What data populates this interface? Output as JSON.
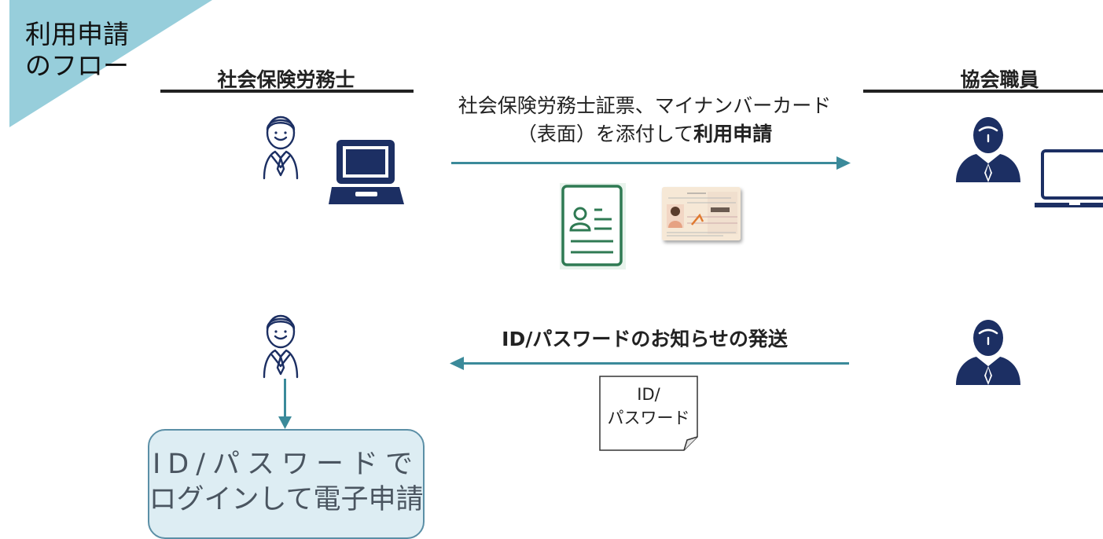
{
  "corner_label": "利用申請\nのフロー",
  "left_actor": {
    "label": "社会保険労務士"
  },
  "right_actor": {
    "label": "協会職員"
  },
  "step1": {
    "text_line1": "社会保険労務士証票、マイナンバーカード",
    "text_line2_prefix": "（表面）を添付して",
    "text_line2_bold": "利用申請"
  },
  "step2": {
    "text": "ID/パスワードのお知らせの発送",
    "note_line1": "ID/",
    "note_line2": "パスワード"
  },
  "login_box": {
    "line1": "ID/パスワードで",
    "line2": "ログインして電子申請"
  },
  "colors": {
    "corner_triangle": "#97cedb",
    "arrow": "#3b8a9a",
    "actor_dark": "#1c2f63",
    "doc_green": "#2f7a53",
    "login_fill": "#ddedf3",
    "login_border": "#5b8fa6"
  }
}
